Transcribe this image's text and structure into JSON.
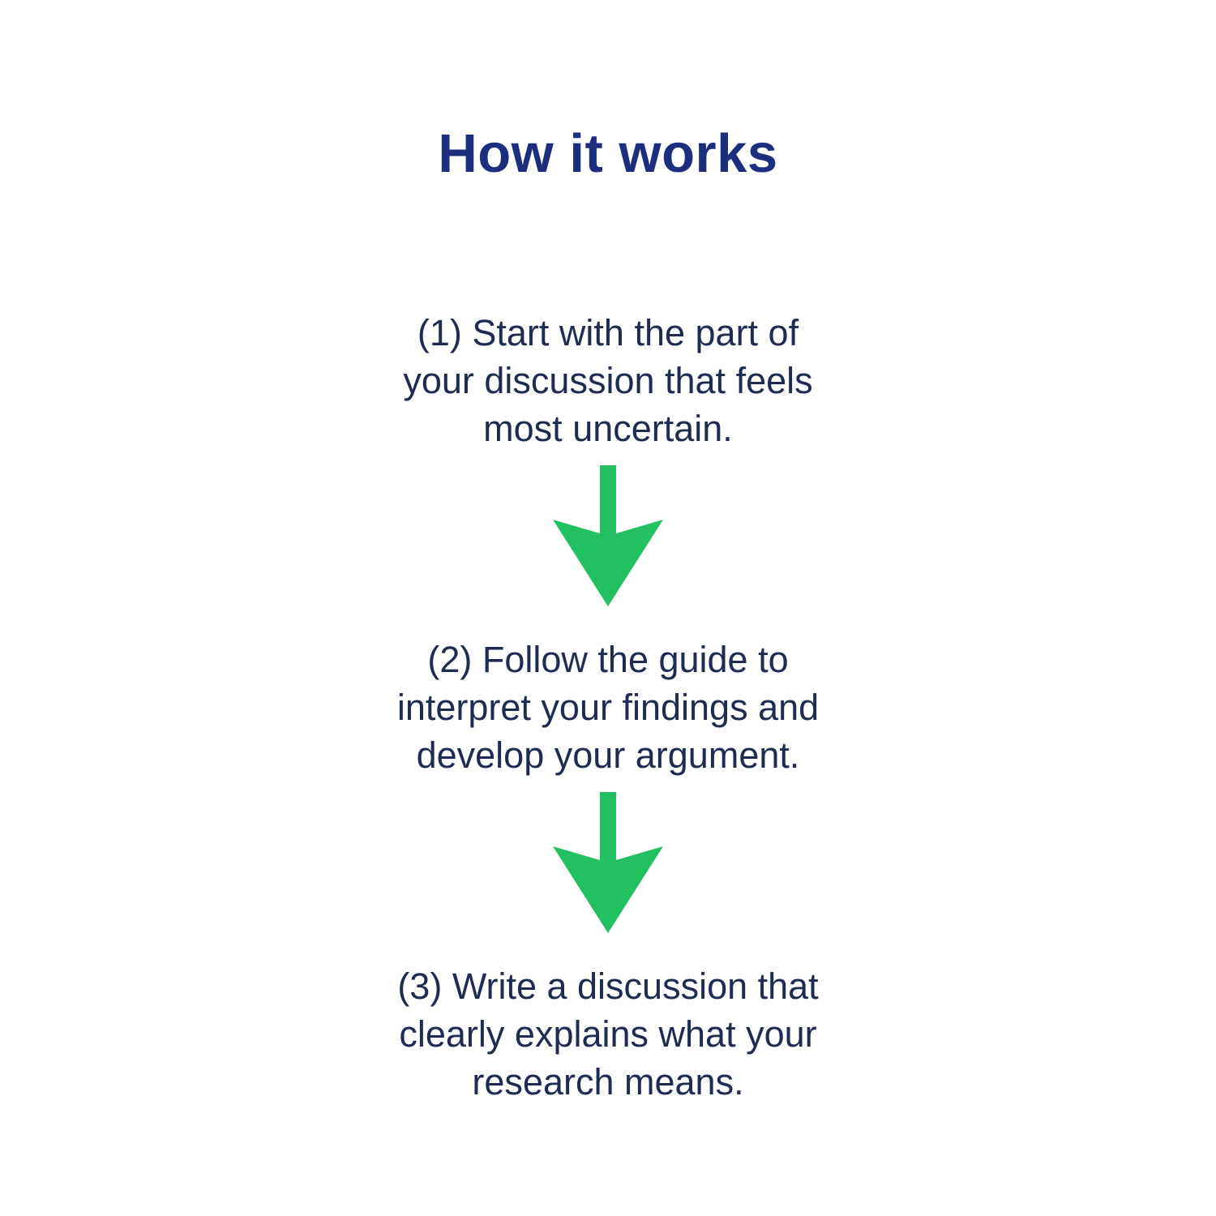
{
  "title": "How it works",
  "steps": [
    {
      "id": 1,
      "text": "(1) Start with the part of\nyour discussion that feels\nmost uncertain."
    },
    {
      "id": 2,
      "text": "(2) Follow the guide to\ninterpret your findings and\ndevelop your argument."
    },
    {
      "id": 3,
      "text": "(3) Write a discussion that\nclearly explains what your\nresearch means."
    }
  ],
  "arrow": {
    "direction": "down",
    "color": "#22c061"
  },
  "colors": {
    "background": "#ffffff",
    "title_navy": "#1c2e7d",
    "body_navy": "#1e2b52",
    "arrow_green": "#22c061"
  }
}
